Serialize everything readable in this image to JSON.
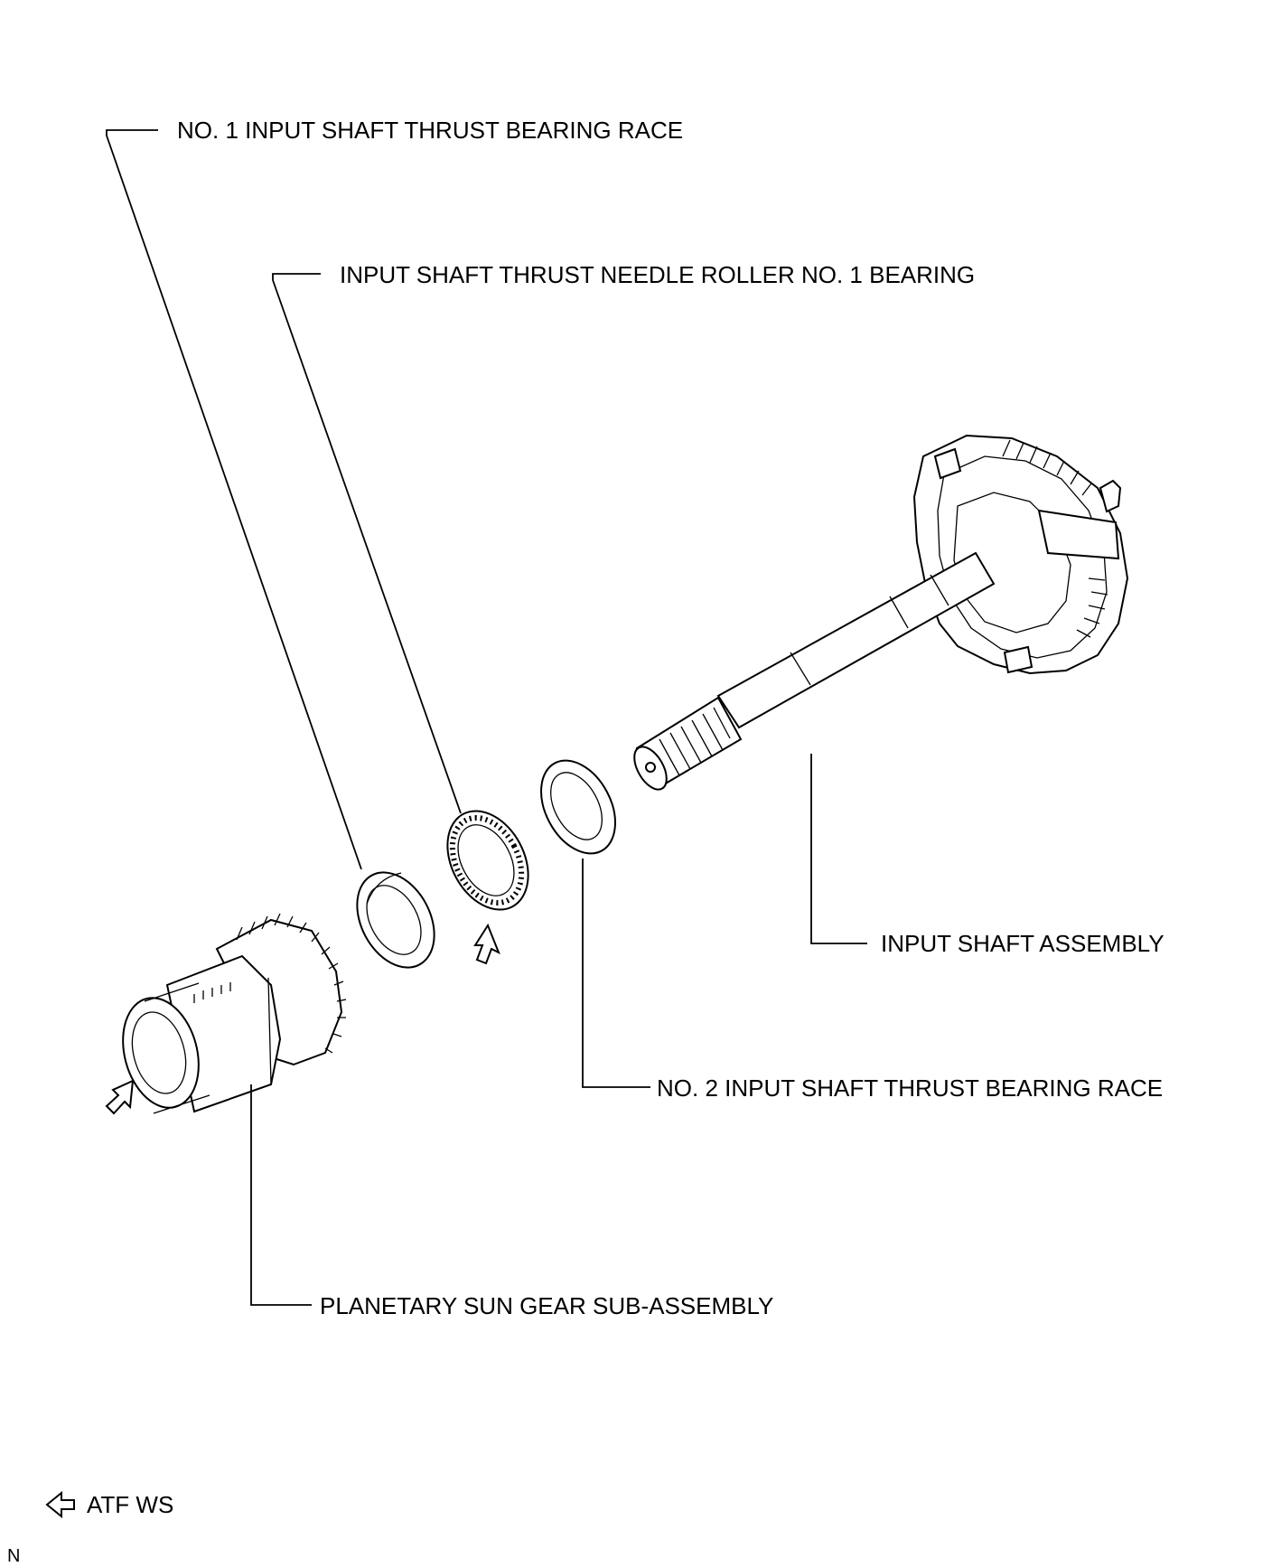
{
  "labels": {
    "race1": "NO. 1 INPUT SHAFT THRUST BEARING RACE",
    "needle_bearing": "INPUT SHAFT THRUST NEEDLE ROLLER NO. 1 BEARING",
    "input_shaft": "INPUT SHAFT ASSEMBLY",
    "race2": "NO. 2 INPUT SHAFT THRUST BEARING RACE",
    "sun_gear": "PLANETARY SUN GEAR SUB-ASSEMBLY"
  },
  "legend": {
    "icon": "hollow-arrow-left-icon",
    "text": "ATF WS"
  },
  "corner_code": "N"
}
